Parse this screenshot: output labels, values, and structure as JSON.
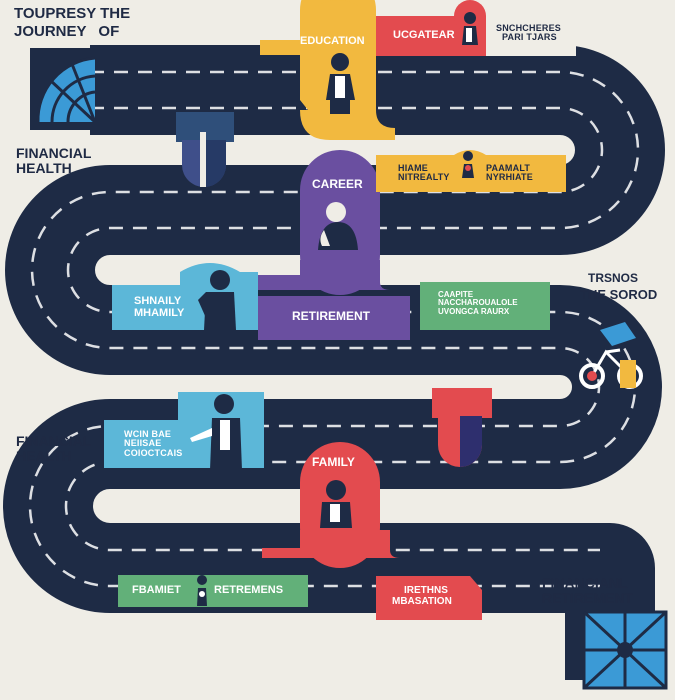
{
  "header": {
    "line1": "TOUPRESY THE",
    "line2a": "JOURNEY",
    "line2b": "OF"
  },
  "labels": {
    "financial_health_1": [
      "FINANCIAL",
      "HEALTH"
    ],
    "financial_health_2": [
      "FINANCIAL",
      "HEALTH"
    ],
    "trsnos": "TRSNOS",
    "the_sorod": "THE SOROD",
    "financial_retirement": [
      "FINANCIANL",
      "RETIREMENT"
    ]
  },
  "milestones": {
    "education": "EDUCATION",
    "ucgatear": "UCGATEAR",
    "sncheres": [
      "SNCHCHERES",
      "PARI TJARS"
    ],
    "career": "CAREER",
    "hiame": [
      "HIAME",
      "NITREALTY"
    ],
    "pramalt": [
      "PAAMALT",
      "NYRHIATE"
    ],
    "shnaily": [
      "SHNAILY",
      "MHAMILY"
    ],
    "retirement": "RETIREMENT",
    "caapite": [
      "CAAPITE",
      "NACCHAROUALOLE",
      "UVONGCA RAURX"
    ],
    "wcin_bae": [
      "WCIN BAE",
      "NEIISAE",
      "COIOCTCAIS"
    ],
    "family": "FAMILY",
    "fbamet": "FBAMIET",
    "retremens": "RETREMENS",
    "iretns": [
      "IRETHNS",
      "MBASATION"
    ]
  },
  "colors": {
    "background": "#efede6",
    "road": "#1e2b45",
    "education": "#f2b93f",
    "ucgatear": "#e34b4f",
    "career": "#6a4fa0",
    "hiame": "#f2b93f",
    "shnaily": "#5cb7d8",
    "retirement": "#6a4fa0",
    "caapite": "#62b079",
    "wcin_bae": "#5cb7d8",
    "family": "#e34b4f",
    "fbamet": "#62b079",
    "iretns": "#e34b4f",
    "gauge": "#3b9ad6"
  },
  "icons": [
    "gauge-icon",
    "shield-icon",
    "person-icon",
    "bicycle-icon",
    "grid-tile-icon"
  ]
}
